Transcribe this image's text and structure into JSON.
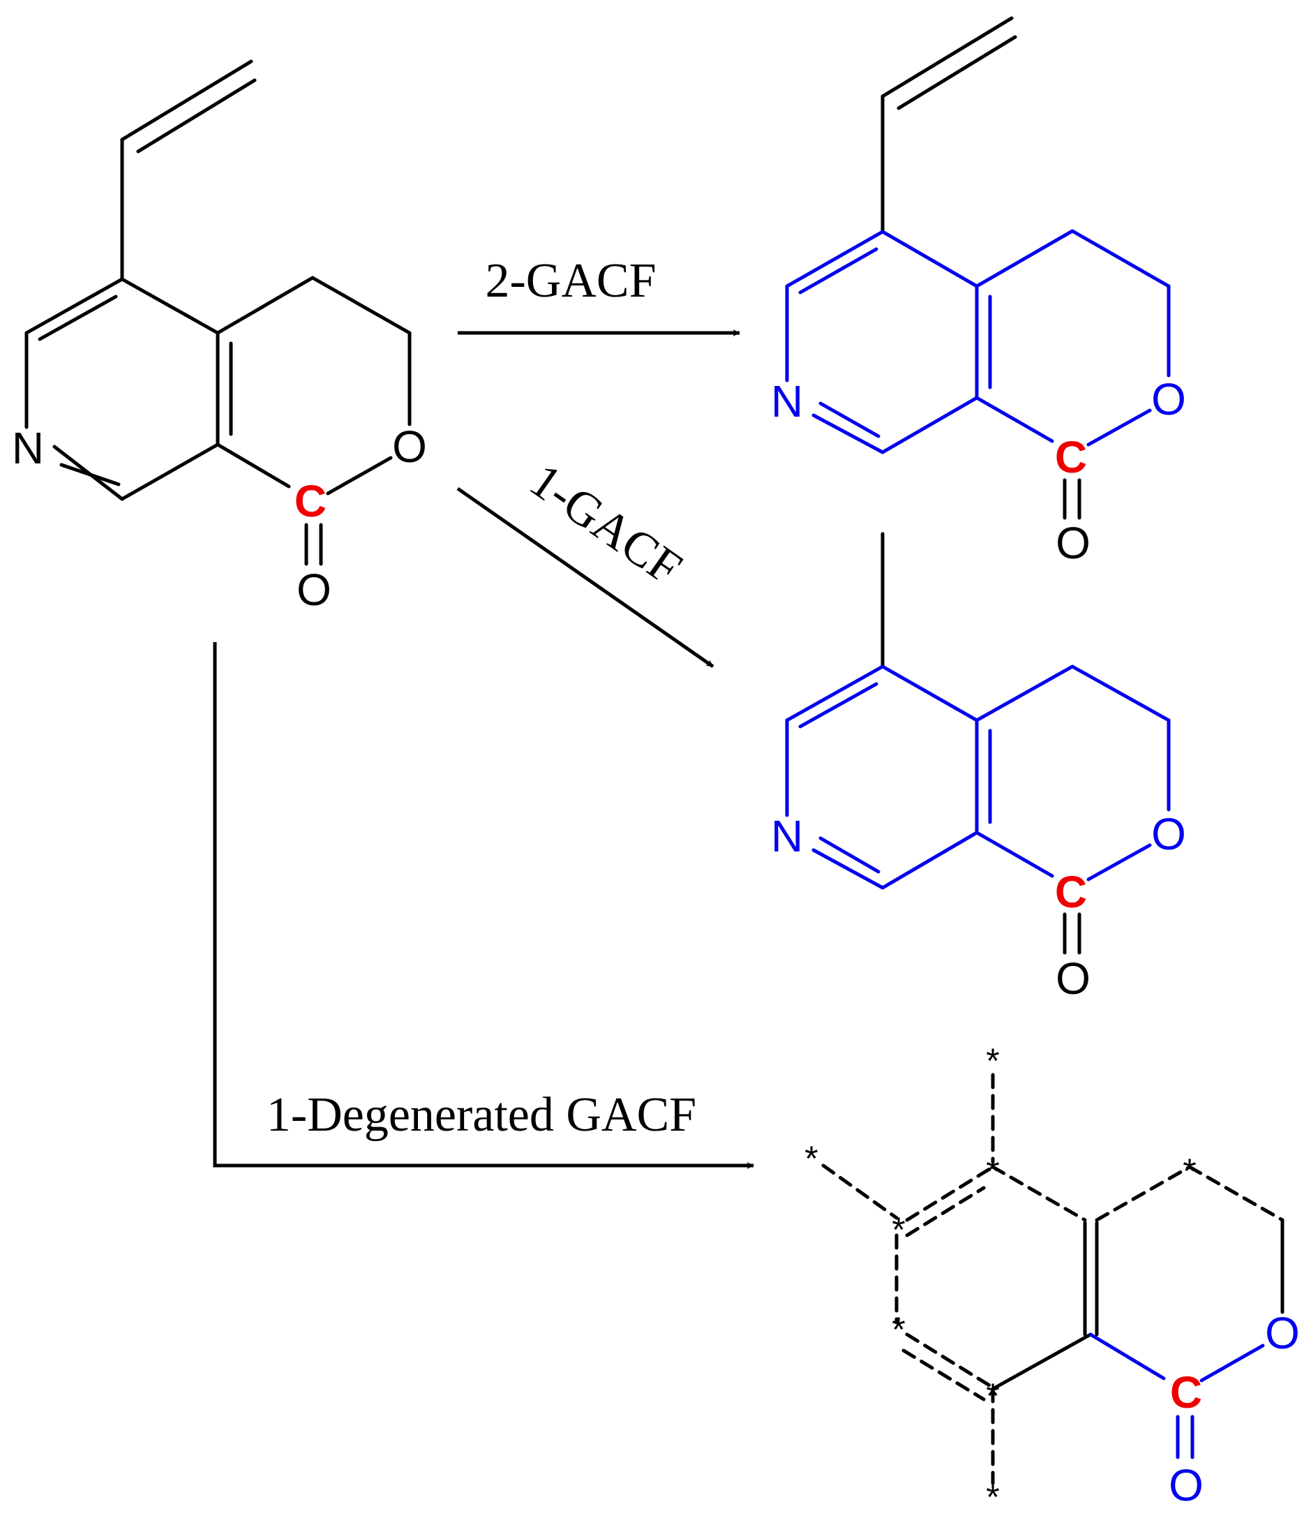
{
  "colors": {
    "default_bond": "#000000",
    "fragment_bond": "#0000ee",
    "carbonyl_carbon": "#ee0000",
    "arrow": "#000000"
  },
  "atoms": {
    "nitrogen": "N",
    "oxygen": "O",
    "carbon": "C"
  },
  "degenerate_marker": "*",
  "reactions": [
    {
      "label": "2-GACF"
    },
    {
      "label": "1-GACF"
    },
    {
      "label": "1-Degenerated GACF"
    }
  ]
}
